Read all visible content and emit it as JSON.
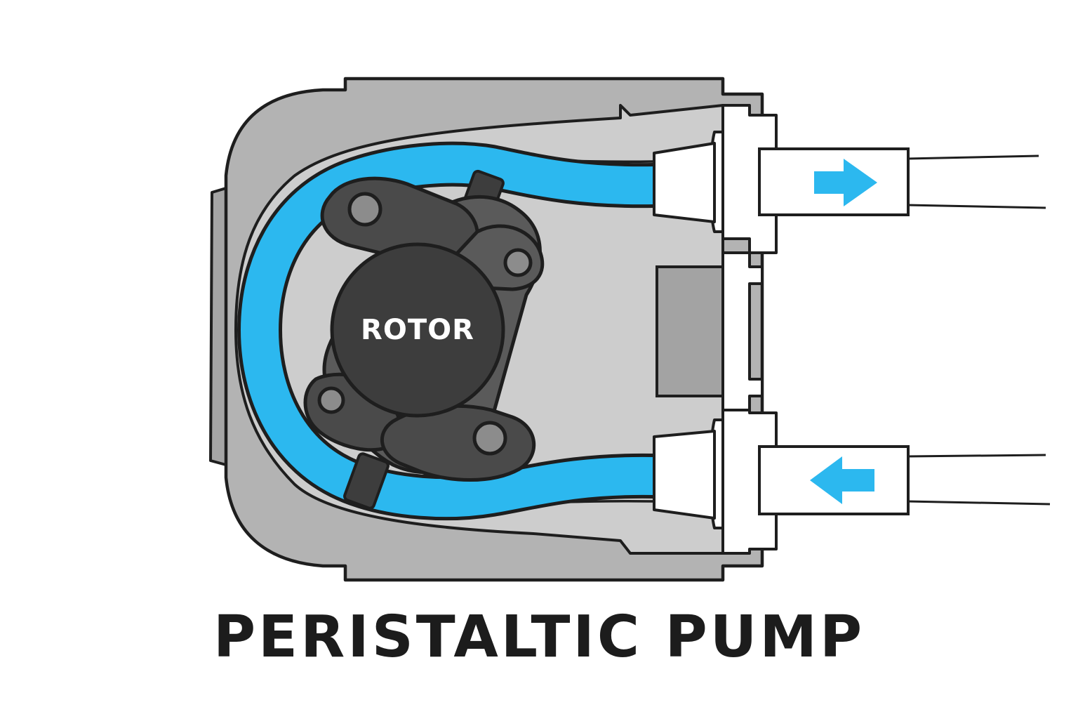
{
  "diagram": {
    "title": "PERISTALTIC PUMP",
    "rotor_label": "ROTOR",
    "flow": {
      "outlet_direction": "right",
      "inlet_direction": "left"
    },
    "colors": {
      "housing": "#b3b3b3",
      "housing_dark": "#9a9a9a",
      "tube": "#2cb8ef",
      "rotor": "#3d3d3d",
      "roller_arm": "#5a5a5a",
      "fitting": "#ffffff",
      "arrow": "#2cb8ef",
      "outline": "#1e1e1e"
    }
  }
}
